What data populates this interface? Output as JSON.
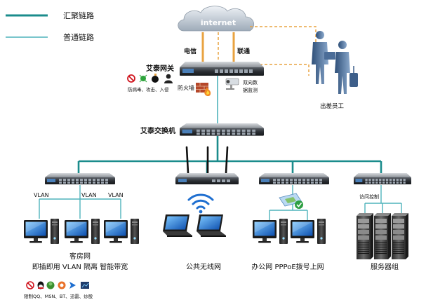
{
  "legend": {
    "trunk_label": "汇聚链路",
    "normal_label": "普通链路"
  },
  "internet": {
    "label": "internet",
    "isp_telecom": "电信",
    "isp_unicom": "联通"
  },
  "gateway": {
    "title": "艾泰网关",
    "security_text": "防病毒、攻击、入侵",
    "firewall_label": "防火墙",
    "monitor_label_line1": "双向数",
    "monitor_label_line2": "据监测"
  },
  "remote_staff": {
    "label": "出差员工"
  },
  "core_switch": {
    "label": "艾泰交换机"
  },
  "guest_segment": {
    "vlan_labels": [
      "VLAN",
      "VLAN",
      "VLAN"
    ],
    "line1": "客房网",
    "line2": "即插即用  VLAN 隔离  智能带宽"
  },
  "wifi_segment": {
    "label": "公共无线网"
  },
  "office_segment": {
    "label": "办公网 PPPoE拨号上网"
  },
  "server_segment": {
    "access_label": "访问控制",
    "label": "服务器组"
  },
  "restriction_note": {
    "text": "限制QQ、MSN、BT、迅雷、炒股"
  },
  "colors": {
    "trunk": "#1b8c8c",
    "normal": "#4fb3bb",
    "internet_link": "#e9a341",
    "cloud": "#c9d3dd"
  }
}
